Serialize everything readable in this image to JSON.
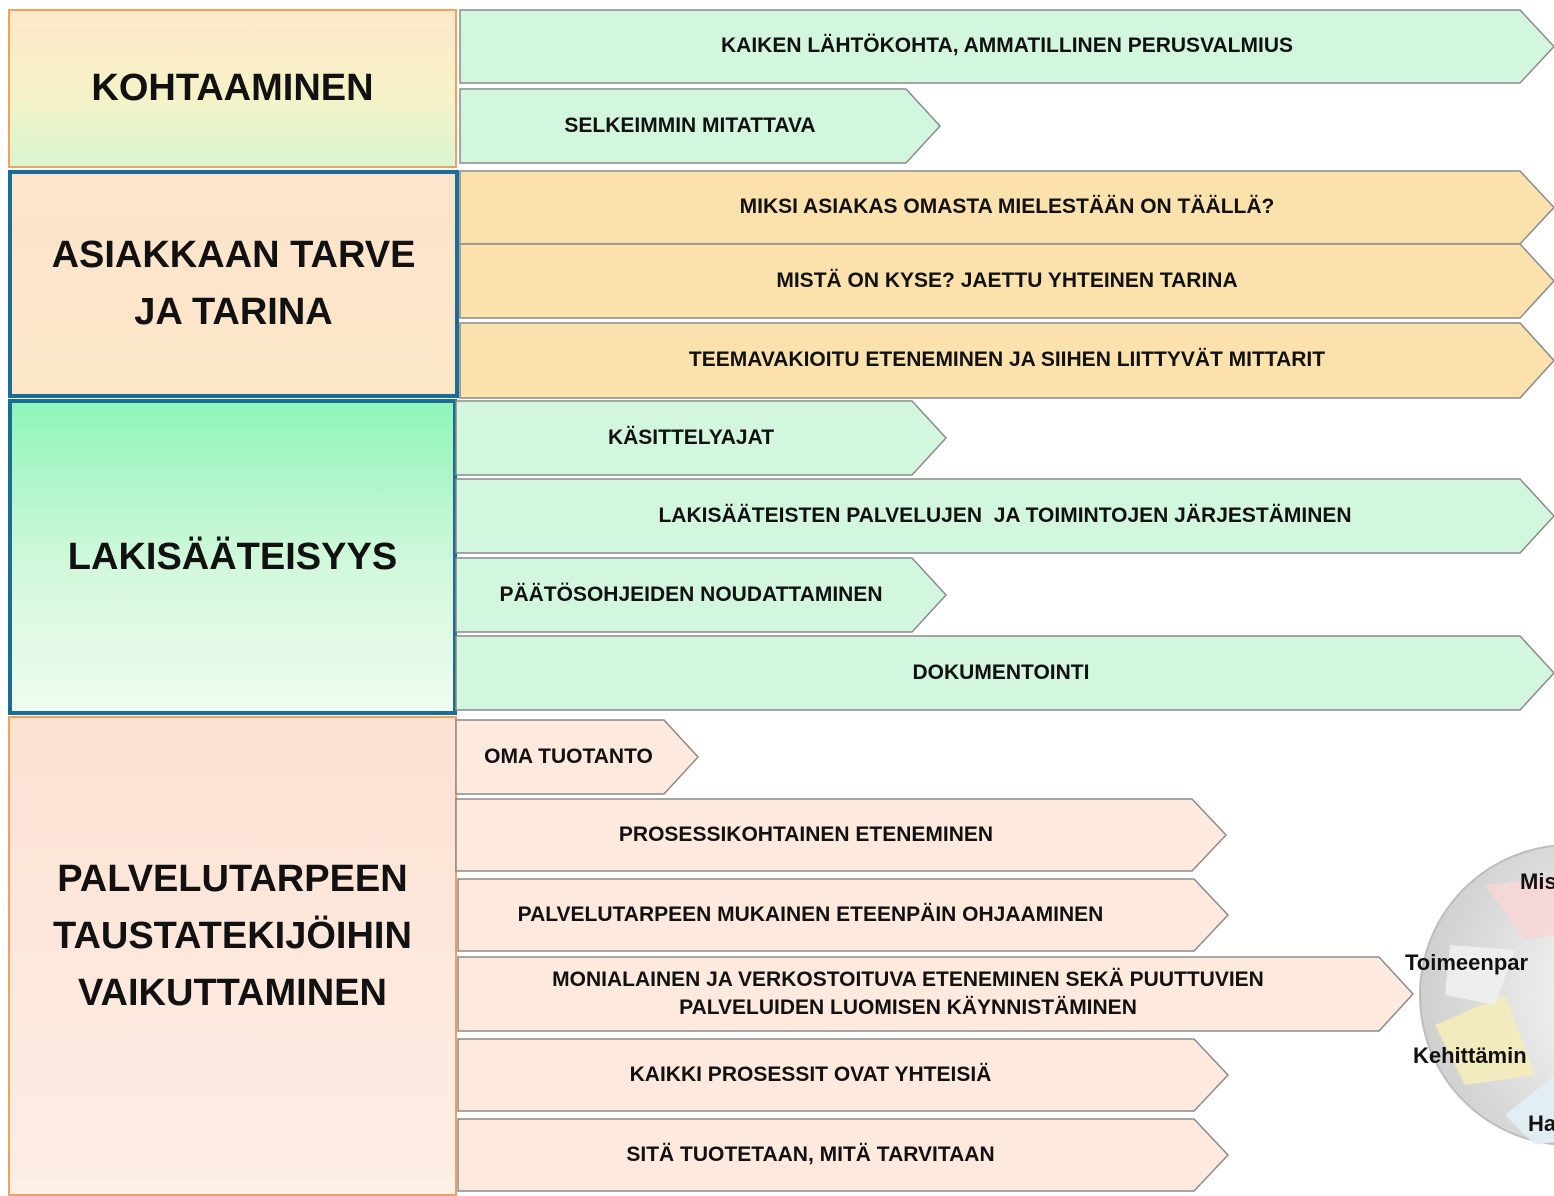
{
  "colors": {
    "green_fill": "#d3f7de",
    "yellow_fill": "#fbe2ac",
    "peach_fill": "#fde9de",
    "arrow_stroke": "#8a8a8a",
    "border_blue": "#1c6c94",
    "border_orange": "#f0a060"
  },
  "categories": [
    {
      "lines": [
        "KOHTAAMINEN"
      ]
    },
    {
      "lines": [
        "ASIAKKAAN TARVE",
        "JA TARINA"
      ]
    },
    {
      "lines": [
        "LAKISÄÄTEISYYS"
      ]
    },
    {
      "lines": [
        "PALVELUTARPEEN",
        "TAUSTATEKIJÖIHIN",
        "VAIKUTTAMINEN"
      ]
    }
  ],
  "arrows": [
    {
      "lines": [
        "KAIKEN LÄHTÖKOHTA, AMMATILLINEN PERUSVALMIUS"
      ],
      "color": "green"
    },
    {
      "lines": [
        "SELKEIMMIN MITATTAVA"
      ],
      "color": "green"
    },
    {
      "lines": [
        "MIKSI ASIAKAS OMASTA MIELESTÄÄN ON TÄÄLLÄ?"
      ],
      "color": "yellow"
    },
    {
      "lines": [
        "MISTÄ ON KYSE? JAETTU YHTEINEN TARINA"
      ],
      "color": "yellow"
    },
    {
      "lines": [
        "TEEMAVAKIOITU ETENEMINEN JA SIIHEN LIITTYVÄT MITTARIT"
      ],
      "color": "yellow"
    },
    {
      "lines": [
        "KÄSITTELYAJAT"
      ],
      "color": "green"
    },
    {
      "lines": [
        "LAKISÄÄTEISTEN PALVELUJEN  JA TOIMINTOJEN JÄRJESTÄMINEN"
      ],
      "color": "green"
    },
    {
      "lines": [
        "PÄÄTÖSOHJEIDEN NOUDATTAMINEN"
      ],
      "color": "green"
    },
    {
      "lines": [
        "DOKUMENTOINTI"
      ],
      "color": "green"
    },
    {
      "lines": [
        "OMA TUOTANTO"
      ],
      "color": "peach"
    },
    {
      "lines": [
        "PROSESSIKOHTAINEN ETENEMINEN"
      ],
      "color": "peach"
    },
    {
      "lines": [
        "PALVELUTARPEEN MUKAINEN ETEENPÄIN OHJAAMINEN"
      ],
      "color": "peach"
    },
    {
      "lines": [
        "MONIALAINEN JA VERKOSTOITUVA ETENEMINEN SEKÄ PUUTTUVIEN",
        "PALVELUIDEN LUOMISEN KÄYNNISTÄMINEN"
      ],
      "color": "peach"
    },
    {
      "lines": [
        "KAIKKI PROSESSIT OVAT YHTEISIÄ"
      ],
      "color": "peach"
    },
    {
      "lines": [
        "SITÄ TUOTETAAN, MITÄ TARVITAAN"
      ],
      "color": "peach"
    }
  ],
  "wheel": {
    "labels": [
      "Mis",
      "Toimeenpar",
      "Kehittämin",
      "Ha"
    ]
  }
}
